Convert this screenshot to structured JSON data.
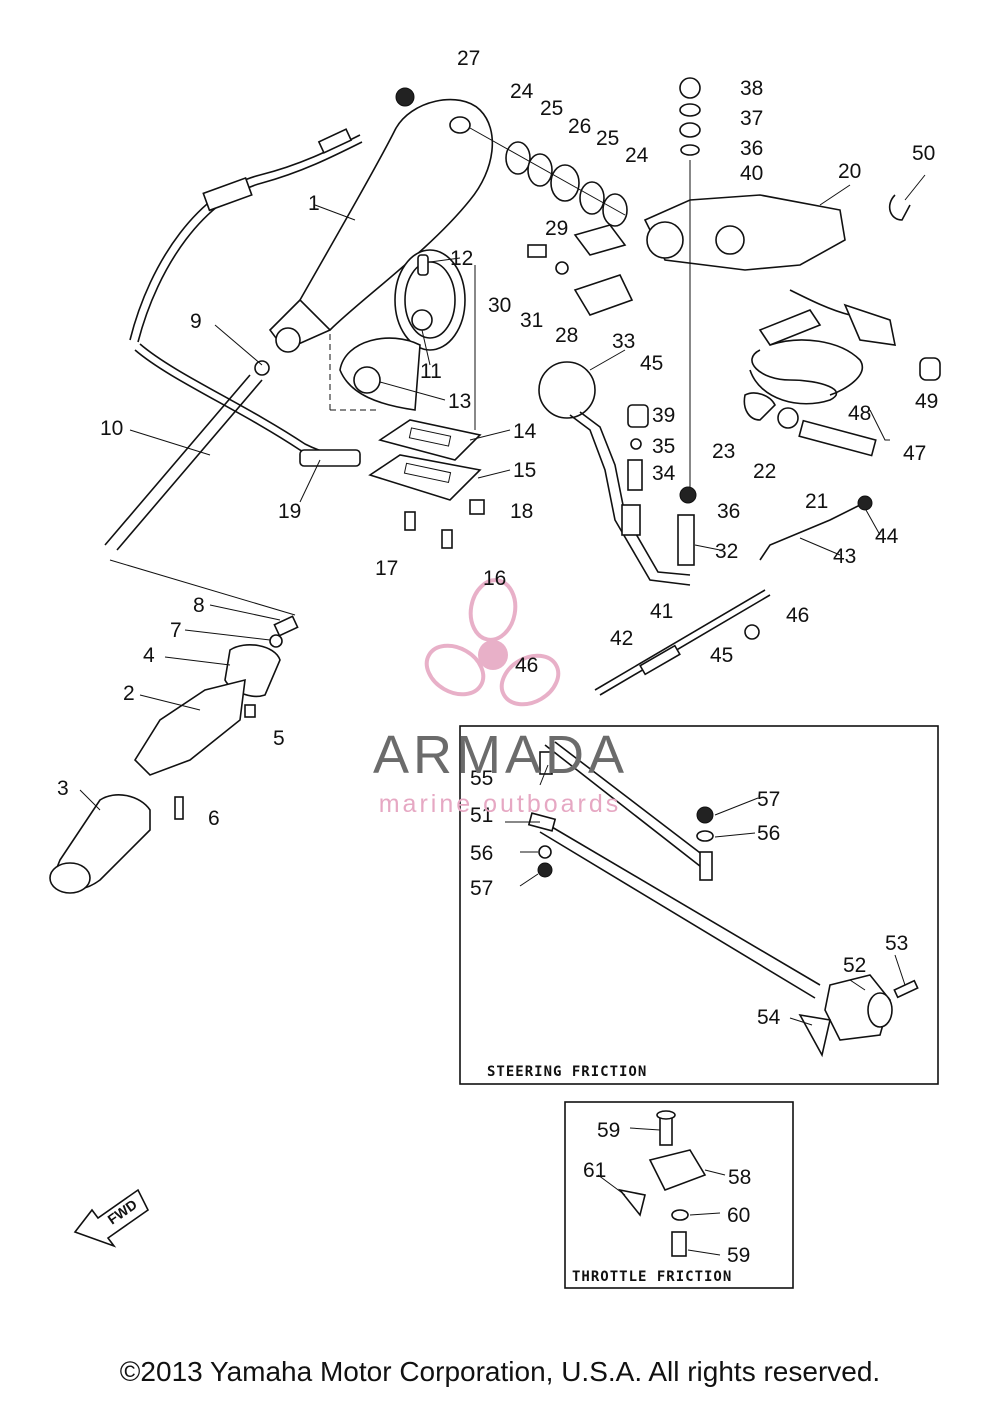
{
  "part_callouts": [
    "1",
    "2",
    "3",
    "4",
    "5",
    "6",
    "7",
    "8",
    "9",
    "10",
    "11",
    "12",
    "13",
    "14",
    "15",
    "16",
    "17",
    "18",
    "19",
    "20",
    "21",
    "22",
    "23",
    "24",
    "24",
    "25",
    "25",
    "26",
    "27",
    "28",
    "29",
    "30",
    "31",
    "32",
    "33",
    "34",
    "35",
    "36",
    "36",
    "37",
    "38",
    "39",
    "40",
    "41",
    "42",
    "43",
    "44",
    "45",
    "45",
    "46",
    "46",
    "47",
    "48",
    "49",
    "50",
    "51",
    "52",
    "53",
    "54",
    "55",
    "56",
    "56",
    "57",
    "57",
    "58",
    "59",
    "59",
    "60",
    "61"
  ],
  "insets": {
    "steering": {
      "title": "STEERING FRICTION"
    },
    "throttle": {
      "title": "THROTTLE FRICTION"
    }
  },
  "direction_marker": {
    "label": "FWD",
    "icon": "arrow-left-icon"
  },
  "watermark": {
    "brand": "ARMADA",
    "tagline": "marine outboards",
    "colors": {
      "brand": "#6b6b6b",
      "accent": "#e6a8c3"
    }
  },
  "footer": {
    "copyright": "©2013 Yamaha Motor Corporation, U.S.A. All rights reserved."
  }
}
